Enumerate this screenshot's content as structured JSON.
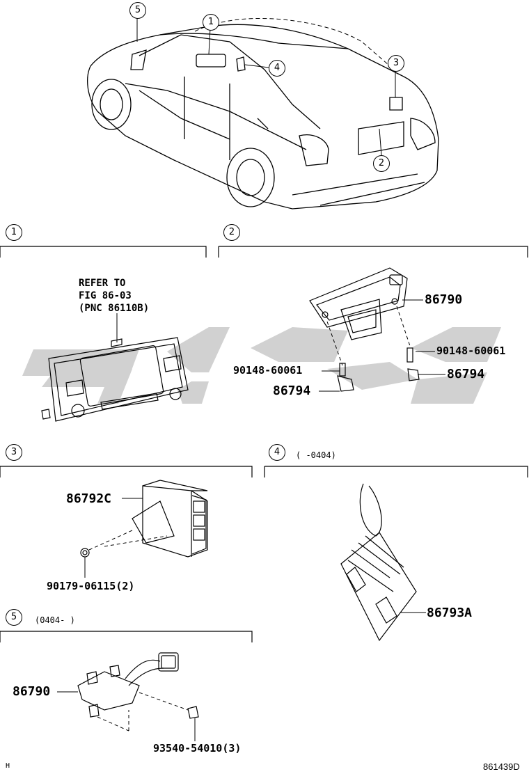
{
  "callouts": {
    "c1": "1",
    "c2": "2",
    "c3": "3",
    "c4": "4",
    "c5": "5"
  },
  "sections": {
    "s1": {
      "number": "1"
    },
    "s2": {
      "number": "2"
    },
    "s3": {
      "number": "3"
    },
    "s4": {
      "number": "4",
      "date_range": "(      -0404)"
    },
    "s5": {
      "number": "5",
      "date_range": "(0404-      )"
    }
  },
  "section1": {
    "refer_line1": "REFER TO",
    "refer_line2": "FIG 86-03",
    "refer_line3": "(PNC 86110B)"
  },
  "section2": {
    "part_a": "86790",
    "part_b_right": "90148-60061",
    "part_c_right": "86794",
    "part_b_left": "90148-60061",
    "part_c_left": "86794"
  },
  "section3": {
    "part_a": "86792C",
    "part_b": "90179-06115(2)"
  },
  "section4": {
    "part_a": "86793A"
  },
  "section5": {
    "part_a": "86790",
    "part_b": "93540-54010(3)"
  },
  "footer": {
    "left_mark": "H",
    "drawing_id": "861439D"
  },
  "watermark": {
    "color": "#c8c8c8"
  }
}
